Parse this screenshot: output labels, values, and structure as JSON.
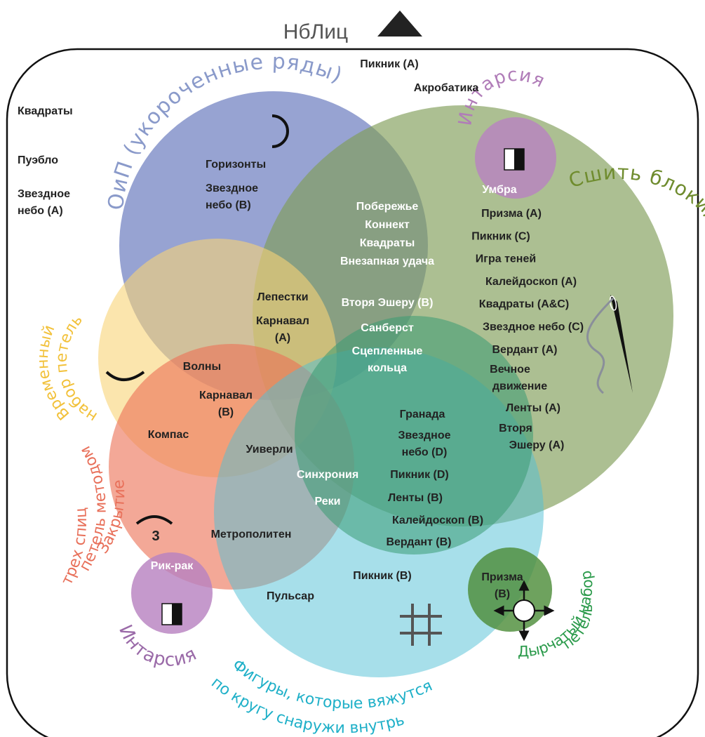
{
  "header": {
    "title": "НбЛиц"
  },
  "outside": {
    "piknik_a": "Пикник (A)",
    "akrobatika": "Акробатика",
    "kvadraty": "Квадраты",
    "pueblo": "Пуэбло",
    "zvezdnoe_a_1": "Звездное",
    "zvezdnoe_a_2": "небо (A)"
  },
  "categories": {
    "oip": {
      "label": "ОиП (укороченные ряды)",
      "color": "#7b8ccc"
    },
    "intarsia_top": {
      "label": "Интарсия",
      "color": "#b07cb8"
    },
    "sshit": {
      "label": "Сшить блоки/полосы",
      "color": "#7a9a3a"
    },
    "vremenny": {
      "label_1": "Временный",
      "label_2": "набор петель",
      "color": "#f2c13a"
    },
    "zakrytie": {
      "label_1": "Закрытие",
      "label_2": "петель методом",
      "label_3": "трех спиц",
      "color": "#e8705a"
    },
    "intarsia_bottom": {
      "label": "Интарсия",
      "color": "#b07cb8"
    },
    "figury": {
      "label_1": "Фигуры, которые вяжутся",
      "label_2": "по кругу снаружи внутрь",
      "color": "#2fb8c8"
    },
    "dyrchaty": {
      "label_1": "Дырчатый набор",
      "label_2": "петель",
      "color": "#2a9a4a"
    }
  },
  "regions": {
    "blue": {
      "horizonty": "Горизонты",
      "zvezdnoe_b_1": "Звездное",
      "zvezdnoe_b_2": "небо (B)"
    },
    "blue_green": {
      "poberezhe": "Побережье",
      "konnekt": "Коннект",
      "kvadraty": "Квадраты",
      "vnezapnaya": "Внезапная удача",
      "vtorya_b": "Вторя Эшеру (B)",
      "sanberst": "Санберст",
      "sceplennye_1": "Сцепленные",
      "sceplennye_2": "кольца"
    },
    "blue_yellow": {
      "lepestki": "Лепестки",
      "karnaval_a_1": "Карнавал",
      "karnaval_a_2": "(A)"
    },
    "yellow_center": {
      "volny": "Волны",
      "karnaval_b_1": "Карнавал",
      "karnaval_b_2": "(B)"
    },
    "yellow_red": {
      "kompas": "Компас"
    },
    "center": {
      "uiverli": "Уиверли"
    },
    "teal_center": {
      "sinhroniya": "Синхрония",
      "reki": "Реки"
    },
    "red": {
      "metropoliten": "Метрополитен"
    },
    "intarsia_red": {
      "rikrak": "Рик-рак"
    },
    "green_top": {
      "umbra": "Умбра"
    },
    "green": {
      "items": [
        "Призма (A)",
        "Пикник (C)",
        "Игра теней",
        "Калейдоскоп (A)",
        "Квадраты (A&C)",
        "Звездное небо (C)",
        "Вердант (A)"
      ],
      "vechnoe_1": "Вечное",
      "vechnoe_2": "движение",
      "lenty_a": "Ленты (A)",
      "vtorya_a_1": "Вторя",
      "vtorya_a_2": "Эшеру (A)"
    },
    "teal_green": {
      "granada": "Гранада",
      "zvezdnoe_d_1": "Звездное",
      "zvezdnoe_d_2": "небо (D)",
      "piknik_d": "Пикник (D)",
      "lenty_b": "Ленты (B)",
      "kaleidoskop_b": "Калейдоскоп (B)",
      "verdant_b": "Вердант (B)"
    },
    "cyan": {
      "piknik_b": "Пикник (B)",
      "pulsar": "Пульсар"
    },
    "dyrchaty": {
      "prizma_b_1": "Призма",
      "prizma_b_2": "(B)"
    }
  },
  "icons": {
    "triangle": "triangle-icon",
    "short_rows": "short-rows-arc-icon",
    "provisional": "provisional-cast-on-icon",
    "three_needle": "three-needle-bindoff-icon",
    "intarsia": "intarsia-square-icon",
    "needle": "sewing-needle-icon",
    "grid": "hash-grid-icon",
    "arrows": "four-way-arrows-icon"
  }
}
